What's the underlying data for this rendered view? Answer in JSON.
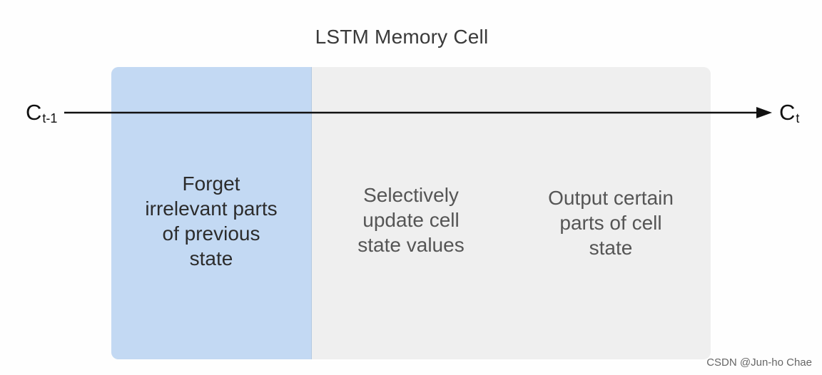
{
  "title": "LSTM Memory Cell",
  "input_state": {
    "base": "C",
    "subscript": "t-1"
  },
  "output_state": {
    "base": "C",
    "subscript": "t"
  },
  "steps": [
    {
      "text": "Forget\nirrelevant parts\nof previous\nstate"
    },
    {
      "text": "Selectively\nupdate cell\nstate values"
    },
    {
      "text": "Output certain\nparts of cell\nstate"
    }
  ],
  "watermark": "CSDN @Jun-ho Chae",
  "colors": {
    "forget_panel": "#c3d9f3",
    "cell_background": "#efefef",
    "arrow": "#111111"
  }
}
